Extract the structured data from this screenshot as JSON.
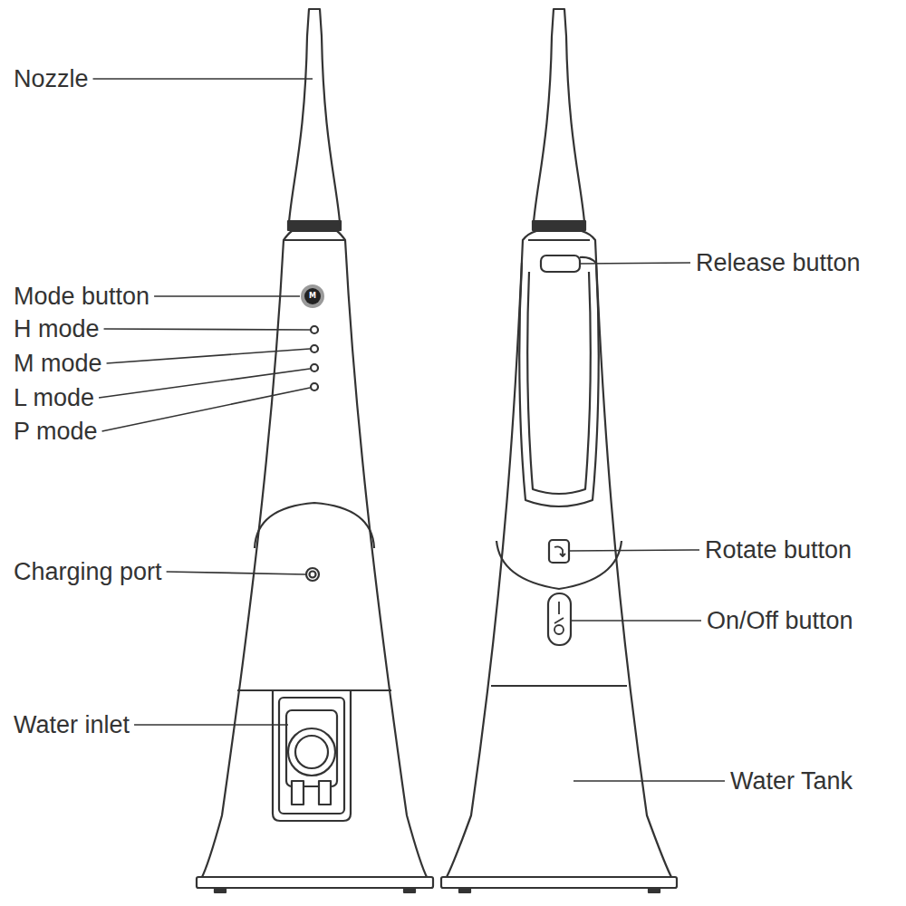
{
  "diagram": {
    "labels": [
      "Nozzle",
      "Mode button",
      "M",
      "H mode",
      "M mode",
      "L mode",
      "P mode",
      "Charging port",
      "Water inlet",
      "Release button",
      "Rotate button",
      "On/Off button",
      "Water Tank"
    ]
  }
}
